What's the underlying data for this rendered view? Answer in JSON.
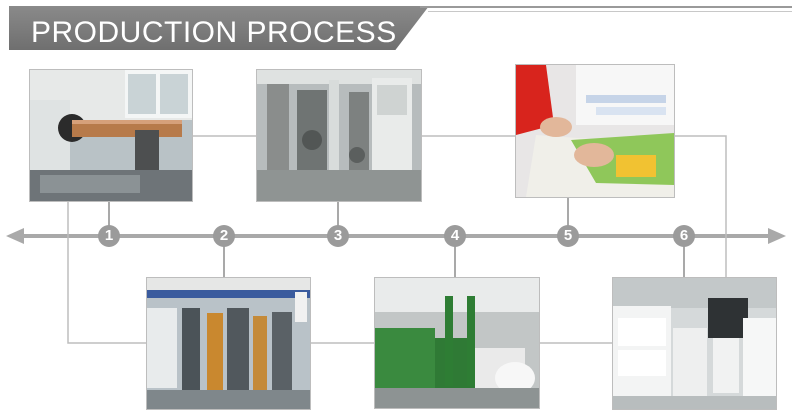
{
  "header": {
    "title": "PRODUCTION PROCESS"
  },
  "steps": [
    {
      "number": "1",
      "icon": "film-printing-roll-photo"
    },
    {
      "number": "2",
      "icon": "printing-machine-line-photo"
    },
    {
      "number": "3",
      "icon": "gravure-press-photo"
    },
    {
      "number": "4",
      "icon": "bag-making-machine-photo"
    },
    {
      "number": "5",
      "icon": "manual-inspection-photo"
    },
    {
      "number": "6",
      "icon": "finished-rolls-warehouse-photo"
    }
  ],
  "colors": {
    "accent": "#9b9b9b",
    "banner": "#7a7a7a"
  }
}
